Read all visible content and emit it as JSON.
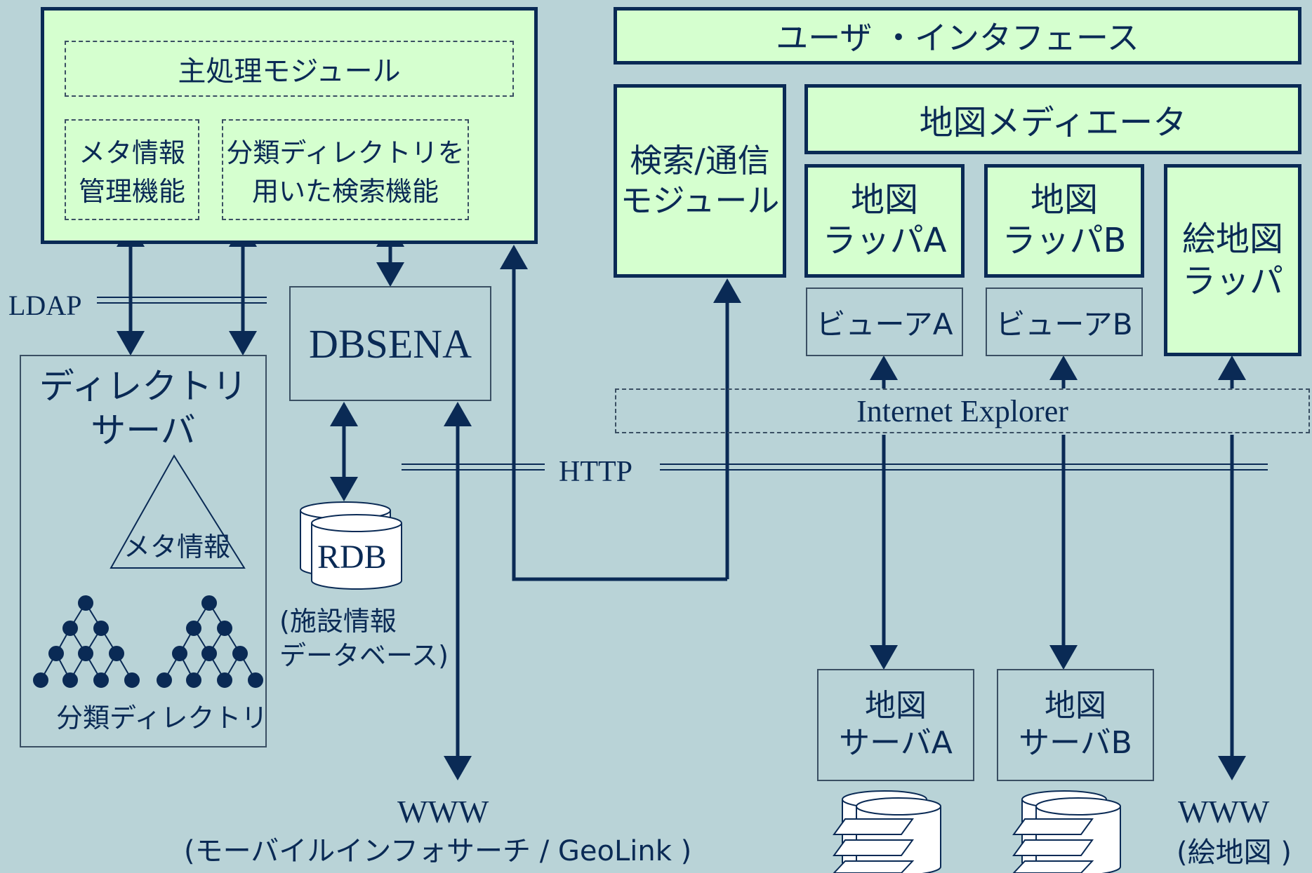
{
  "main_module": {
    "title": "主処理モジュール",
    "meta_mgmt": "メタ情報\n管理機能",
    "class_search": "分類ディレクトリを\n用いた検索機能"
  },
  "ldap_label": "LDAP",
  "dbsena_label": "DBSENA",
  "rdb_label": "RDB",
  "facility_db_label": "(施設情報\nデータベース)",
  "directory_server": {
    "title": "ディレクトリ\nサーバ",
    "meta_info": "メタ情報",
    "class_directory": "分類ディレクトリ"
  },
  "http_label": "HTTP",
  "www_mobile": {
    "line1": "WWW",
    "line2": "(モーバイルインフォサーチ / GeoLink )"
  },
  "user_interface_label": "ユーザ ・インタフェース",
  "search_comm_module": "検索/通信\nモジュール",
  "map_mediator": "地図メディエータ",
  "map_wrapper_a": "地図\nラッパA",
  "map_wrapper_b": "地図\nラッパB",
  "picture_map_wrapper": "絵地図\nラッパ",
  "viewer_a": "ビューアA",
  "viewer_b": "ビューアB",
  "internet_explorer": "Internet Explorer",
  "map_server_a": "地図\nサーバA",
  "map_server_b": "地図\nサーバB",
  "www_picture_map": {
    "line1": "WWW",
    "line2": "(絵地図 )"
  },
  "colors": {
    "background": "#b9d3d7",
    "box_fill": "#d5ffcf",
    "line": "#0a2a55"
  }
}
